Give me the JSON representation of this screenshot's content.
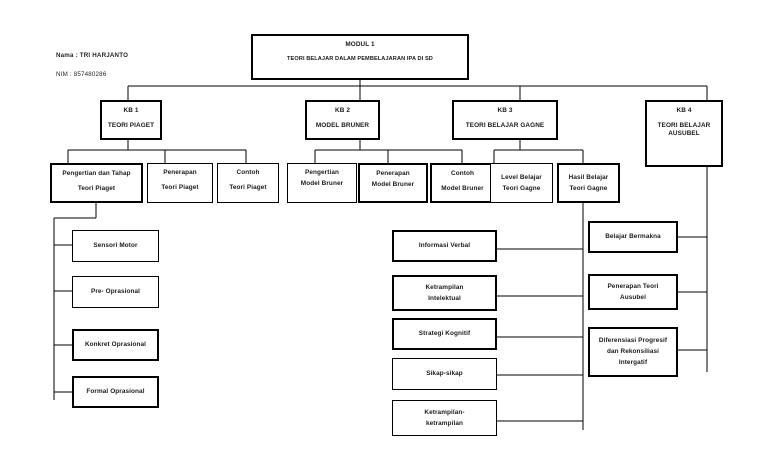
{
  "header": {
    "name_label": "Nama : TRI HARJANTO",
    "nim_label": "NIM   : 857480286"
  },
  "diagram": {
    "root": {
      "title": "MODUL 1",
      "subtitle": "TEORI BELAJAR DALAM PEMBELAJARAN IPA DI SD"
    },
    "kb": [
      {
        "code": "KB 1",
        "title": "TEORI PIAGET"
      },
      {
        "code": "KB 2",
        "title": "MODEL BRUNER"
      },
      {
        "code": "KB 3",
        "title": "TEORI BELAJAR GAGNE"
      },
      {
        "code": "KB 4",
        "title_line1": "TEORI BELAJAR",
        "title_line2": "AUSUBEL"
      }
    ],
    "piaget_topics": [
      {
        "line1": "Pengertian dan Tahap",
        "line2": "Teori Piaget"
      },
      {
        "line1": "Penerapan",
        "line2": "Teori Piaget"
      },
      {
        "line1": "Contoh",
        "line2": "Teori Piaget"
      }
    ],
    "piaget_stages": [
      {
        "label": "Sensori Motor"
      },
      {
        "label": "Pre- Oprasional"
      },
      {
        "label": "Konkret Oprasional"
      },
      {
        "label": "Formal Oprasional"
      }
    ],
    "bruner_topics": [
      {
        "line1": "Pengertian",
        "line2": "Model Bruner"
      },
      {
        "line1": "Penerapan",
        "line2": "Model Bruner"
      },
      {
        "line1": "Contoh",
        "line2": "Model Bruner"
      }
    ],
    "gagne_topics": [
      {
        "line1": "Level Belajar",
        "line2": "Teori Gagne"
      },
      {
        "line1": "Hasil Belajar",
        "line2": "Teori Gagne"
      }
    ],
    "gagne_results": [
      {
        "line1": "Informasi Verbal",
        "line2": ""
      },
      {
        "line1": "Ketrampilan",
        "line2": "Intelektual"
      },
      {
        "line1": "Strategi Kognitif",
        "line2": ""
      },
      {
        "line1": "Sikap-sikap",
        "line2": ""
      },
      {
        "line1": "Ketrampilan-",
        "line2": "ketrampilan"
      }
    ],
    "ausubel_topics": [
      {
        "line1": "Belajar Bermakna",
        "line2": "",
        "line3": ""
      },
      {
        "line1": "Penerapan Teori",
        "line2": "Ausubel",
        "line3": ""
      },
      {
        "line1": "Diferensiasi Progresif",
        "line2": "dan Rekonsiliasi",
        "line3": "Intergatif"
      }
    ]
  },
  "colors": {
    "line": "#000000",
    "text": "#1a1a1a",
    "background": "#ffffff"
  }
}
